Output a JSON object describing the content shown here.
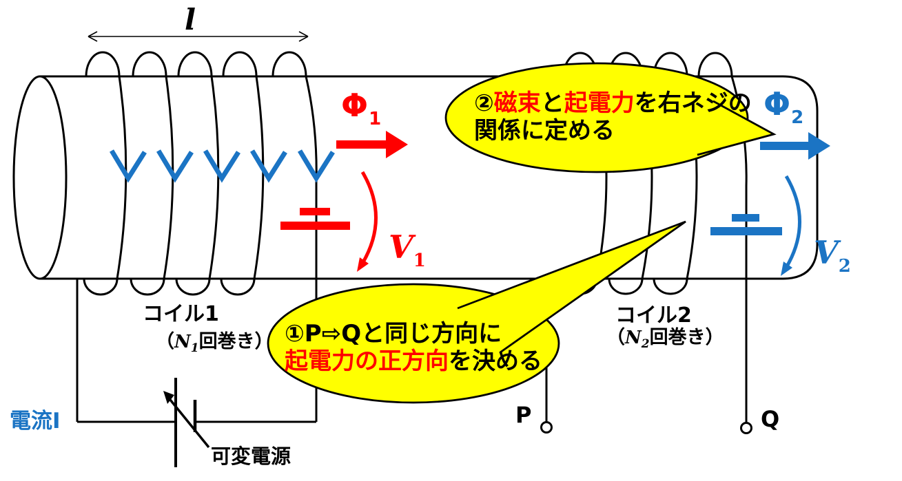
{
  "colors": {
    "red": "#ff0000",
    "blue": "#1b74c4",
    "yellow": "#ffff00",
    "black": "#000000"
  },
  "labels": {
    "coil_length": {
      "main": "l"
    },
    "flux1": {
      "main": "Φ",
      "sub": "1"
    },
    "flux2": {
      "main": "Φ",
      "sub": "2"
    },
    "emf1": {
      "main": "V",
      "sub": "1"
    },
    "emf2": {
      "main": "V",
      "sub": "2"
    },
    "coil1": {
      "name": "コイル1",
      "winding_pre": "（",
      "winding_symbol": "N",
      "winding_sub": "1",
      "winding_post": "回巻き）"
    },
    "coil2": {
      "name": "コイル2",
      "winding_pre": "（",
      "winding_symbol": "N",
      "winding_sub": "2",
      "winding_post": "回巻き）"
    },
    "current": "電流I",
    "variable_source": "可変電源",
    "terminal_p": "P",
    "terminal_q": "Q"
  },
  "bubbles": {
    "step1": {
      "lines": [
        [
          {
            "t": "①P⇨Qと同じ方向に",
            "c": "black"
          }
        ],
        [
          {
            "t": "起電力の正方向",
            "c": "red"
          },
          {
            "t": "を決める",
            "c": "black"
          }
        ]
      ]
    },
    "step2": {
      "lines": [
        [
          {
            "t": "②",
            "c": "black"
          },
          {
            "t": "磁束",
            "c": "red"
          },
          {
            "t": "と",
            "c": "black"
          },
          {
            "t": "起電力",
            "c": "red"
          },
          {
            "t": "を右ネジの",
            "c": "black"
          }
        ],
        [
          {
            "t": "関係に定める",
            "c": "black"
          }
        ]
      ]
    }
  }
}
